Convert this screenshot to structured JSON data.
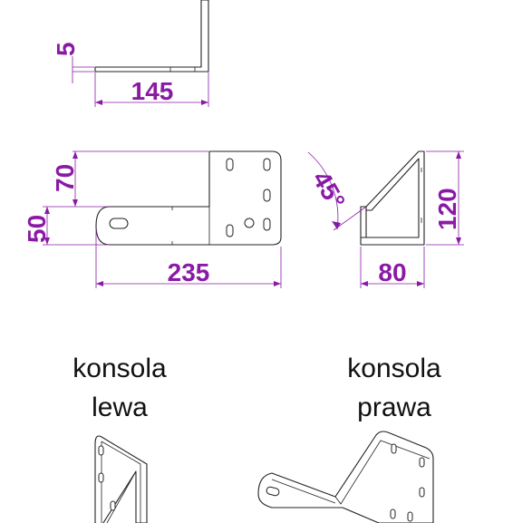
{
  "dimensions": {
    "top_thickness": "5",
    "top_length": "145",
    "front_height_upper": "70",
    "front_height_lower": "50",
    "front_length": "235",
    "side_angle": "45°",
    "side_height": "120",
    "side_width": "80"
  },
  "captions": {
    "left_line1": "konsola",
    "left_line2": "lewa",
    "right_line1": "konsola",
    "right_line2": "prawa"
  },
  "colors": {
    "dimension": "#8a1aa6",
    "outline": "#222222"
  }
}
